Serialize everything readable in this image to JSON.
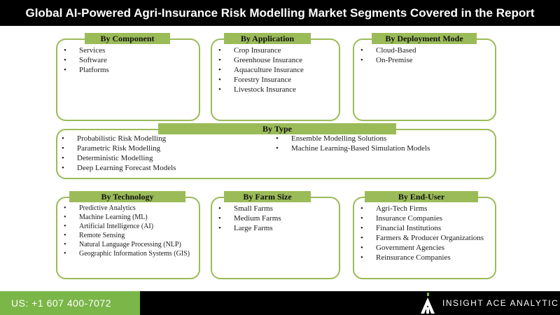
{
  "title": "Global AI-Powered Agri-Insurance Risk Modelling Market Segments Covered in the Report",
  "segments": {
    "component": {
      "label": "By Component",
      "items": [
        "Services",
        "Software",
        "Platforms"
      ]
    },
    "application": {
      "label": "By Application",
      "items": [
        "Crop Insurance",
        "Greenhouse Insurance",
        "Aquaculture Insurance",
        "Forestry Insurance",
        "Livestock Insurance"
      ]
    },
    "deployment": {
      "label": "By Deployment Mode",
      "items": [
        "Cloud-Based",
        "On-Premise"
      ]
    },
    "type": {
      "label": "By Type",
      "items_left": [
        "Probabilistic Risk Modelling",
        "Parametric Risk Modelling",
        "Deterministic Modelling",
        "Deep Learning Forecast Models"
      ],
      "items_right": [
        "Ensemble Modelling Solutions",
        "Machine Learning-Based Simulation Models"
      ]
    },
    "technology": {
      "label": "By Technology",
      "items": [
        "Predictive Analytics",
        "Machine Learning (ML)",
        "Artificial Intelligence (AI)",
        "Remote Sensing",
        "Natural Language Processing (NLP)",
        "Geographic Information Systems (GIS)"
      ]
    },
    "farm_size": {
      "label": "By Farm Size",
      "items": [
        "Small Farms",
        "Medium Farms",
        "Large Farms"
      ]
    },
    "end_user": {
      "label": "By End-User",
      "items": [
        "Agri-Tech Firms",
        "Insurance Companies",
        "Financial Institutions",
        "Farmers & Producer Organizations",
        "Government Agencies",
        "Reinsurance Companies"
      ]
    }
  },
  "footer": {
    "phone": "US: +1 607 400-7072",
    "brand": "INSIGHT ACE ANALYTIC"
  },
  "colors": {
    "accent_green": "#9bbb59",
    "footer_green": "#7ab648",
    "dark": "#000000"
  }
}
